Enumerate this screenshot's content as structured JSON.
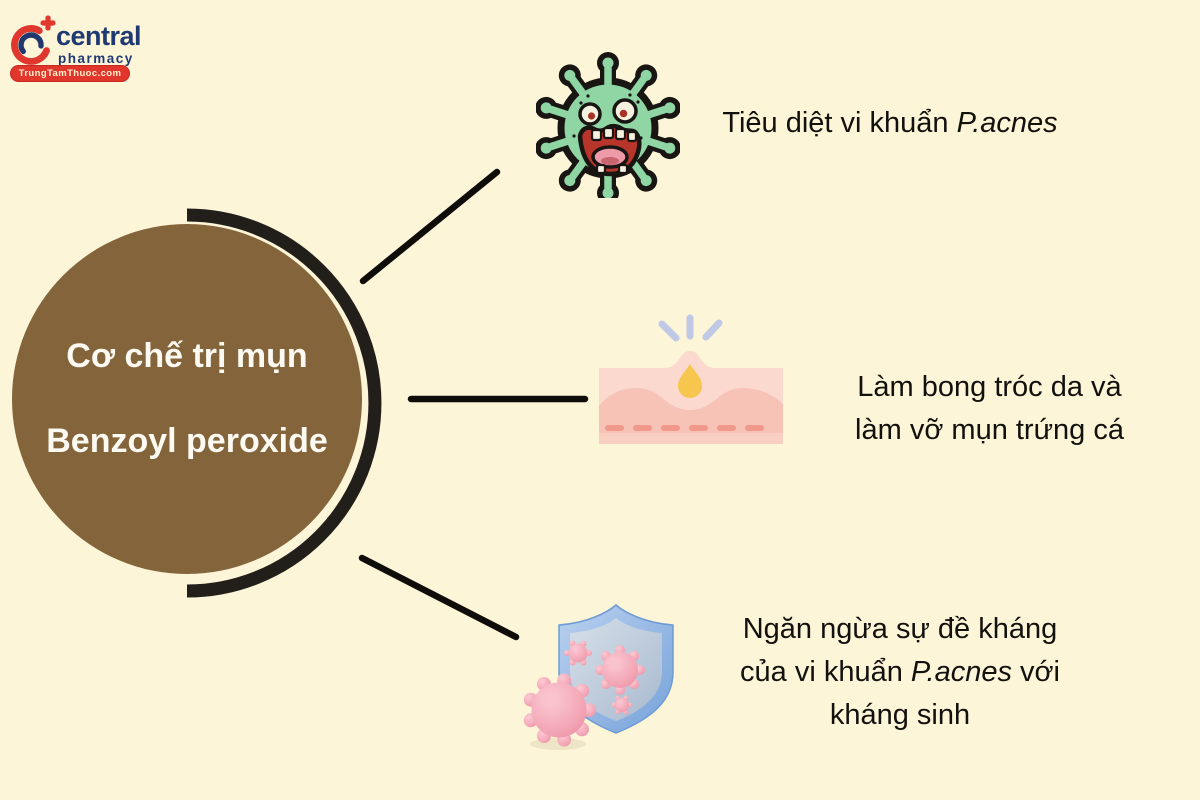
{
  "logo": {
    "brand": "central",
    "subtitle": "pharmacy",
    "badge": "TrungTamThuoc.com"
  },
  "center_circle": {
    "line1": "Cơ chế trị mụn",
    "line2": "Benzoyl peroxide"
  },
  "items": {
    "kill": {
      "prefix": "Tiêu diệt vi khuẩn ",
      "italic": "P.acnes",
      "icon": "scared-virus-icon"
    },
    "peel": {
      "line1": "Làm bong tróc da và",
      "line2": "làm vỡ mụn trứng cá",
      "icon": "skin-pimple-icon"
    },
    "resist": {
      "line1": "Ngăn ngừa sự đề kháng",
      "line2_prefix": "của vi khuẩn ",
      "line2_italic": "P.acnes",
      "line2_suffix": " với",
      "line3": "kháng sinh",
      "icon": "shield-bacteria-icon"
    }
  },
  "colors": {
    "background": "#FCF5D8",
    "circle_brown": "#84653B",
    "arc_dark": "#221E1A",
    "line_black": "#0F0D0A",
    "text_black": "#13110E",
    "brand_navy": "#1F3A73",
    "brand_red": "#E0372E",
    "badge_text": "#FFF2CE",
    "virus_green": "#8FD6A4",
    "skin_light_pink": "#FBD9CE",
    "skin_dark_pink": "#F7C3B7",
    "skin_dash_salmon": "#F0998A",
    "pus_yellow": "#F7C64F",
    "sparkle_blue": "#BFC8E5",
    "shield_blue_rim": "#8FB3E2",
    "shield_face": "#C6D2E0",
    "bacteria_pink": "#F2A3B3"
  }
}
